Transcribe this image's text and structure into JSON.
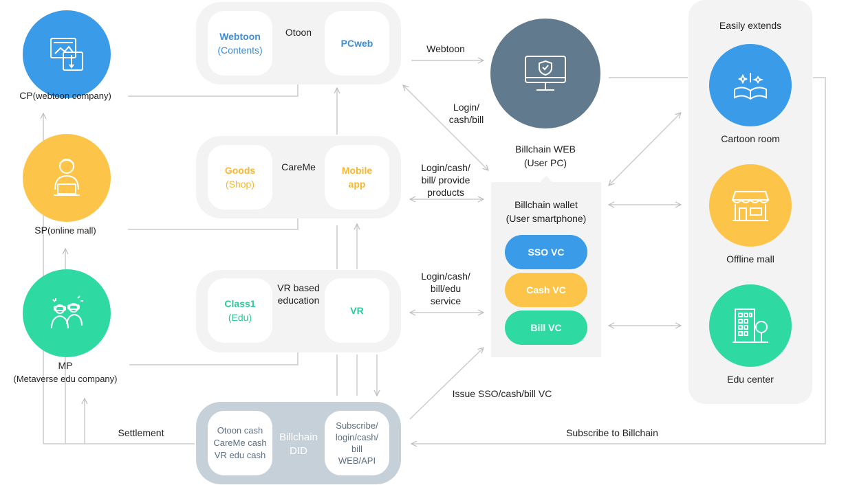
{
  "left": {
    "cp": {
      "label_main": "CP",
      "label_sub": "(webtoon company)",
      "color": "#3a9be8"
    },
    "sp": {
      "label_main": "SP",
      "label_sub": "(online mall)",
      "color": "#fcc54a"
    },
    "mp": {
      "label_main": "MP",
      "label_sub": "(Metaverse edu company)",
      "color": "#2fd9a2"
    }
  },
  "services": {
    "otoon": {
      "title": "Otoon",
      "left_line1": "Webtoon",
      "left_line2": "(Contents)",
      "right": "PCweb"
    },
    "careme": {
      "title": "CareMe",
      "left_line1": "Goods",
      "left_line2": "(Shop)",
      "right_line1": "Mobile",
      "right_line2": "app"
    },
    "vr": {
      "title_line1": "VR based",
      "title_line2": "education",
      "left_line1": "Class1",
      "left_line2": "(Edu)",
      "right": "VR"
    }
  },
  "did": {
    "title_line1": "Billchain",
    "title_line2": "DID",
    "left": [
      "Otoon cash",
      "CareMe cash",
      "VR edu cash"
    ],
    "right": [
      "Subscribe/",
      "login/cash/",
      "bill",
      "WEB/API"
    ]
  },
  "flows": {
    "webtoon": "Webtoon",
    "login_cash_bill": [
      "Login/",
      "cash/bill"
    ],
    "login_provide": [
      "Login/cash/",
      "bill/ provide",
      "products"
    ],
    "login_edu": [
      "Login/cash/",
      "bill/edu",
      "service"
    ],
    "issue": "Issue SSO/cash/bill VC",
    "settlement": "Settlement",
    "subscribe": "Subscribe to Billchain"
  },
  "web": {
    "title": "Billchain WEB",
    "sub": "(User PC)",
    "color": "#617a8e"
  },
  "wallet": {
    "title": "Billchain wallet",
    "sub": "(User smartphone)",
    "vcs": [
      {
        "label": "SSO VC",
        "color": "#3a9be8"
      },
      {
        "label": "Cash VC",
        "color": "#fcc54a"
      },
      {
        "label": "Bill VC",
        "color": "#2fd9a2"
      }
    ]
  },
  "extends": {
    "title": "Easily extends",
    "items": [
      {
        "label": "Cartoon room",
        "color": "#3a9be8"
      },
      {
        "label": "Offline mall",
        "color": "#fcc54a"
      },
      {
        "label": "Edu center",
        "color": "#2fd9a2"
      }
    ]
  }
}
